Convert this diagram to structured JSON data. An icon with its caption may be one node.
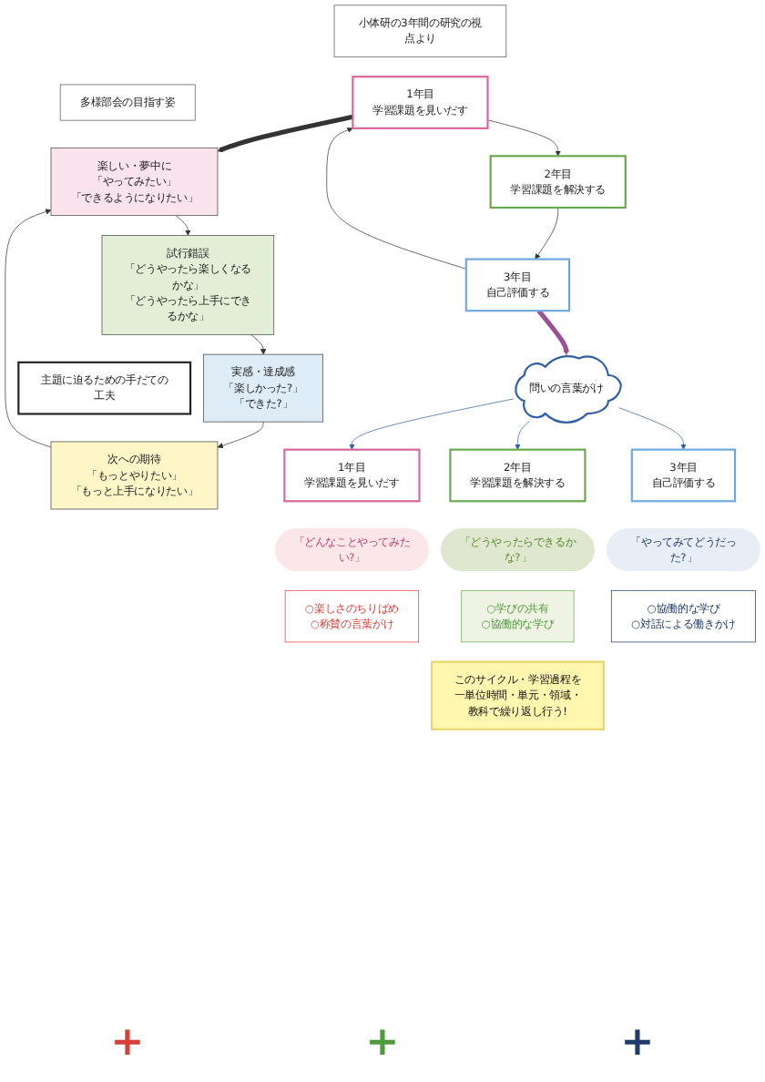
{
  "diagram": {
    "nodes": [
      {
        "text": [
          "小体研の3年間の研究の視点より"
        ]
      },
      {
        "text": [
          "1年目",
          "学習課題を見いだす"
        ]
      },
      {
        "text": [
          "2年目",
          "学習課題を解決する"
        ]
      },
      {
        "text": [
          "3年目",
          "自己評価する"
        ]
      },
      {
        "text": [
          "多様部会の目指す姿"
        ]
      },
      {
        "text": [
          "楽しい・夢中に",
          "「やってみたい」",
          "「できるようになりたい」"
        ]
      },
      {
        "text": [
          "次への期待",
          "「もっとやりたい」",
          "「もっと上手になりたい」"
        ]
      },
      {
        "text": [
          "試行錯誤",
          "「どうやったら楽しくなるかな」",
          "「どうやったら上手にできるかな」"
        ]
      },
      {
        "text": [
          "実感・達成感",
          "「楽しかった?」",
          "「できた?」"
        ]
      },
      {
        "text": [
          "主題に迫るための手だての工夫"
        ]
      },
      {
        "text": [
          "問いの言葉がけ"
        ]
      },
      {
        "text": [
          "1年目",
          "学習課題を見いだす"
        ]
      },
      {
        "text": [
          "2年目",
          "学習課題を解決する"
        ]
      },
      {
        "text": [
          "3年目",
          "自己評価する"
        ]
      },
      {
        "text": [
          "「どんなことやってみたい?」"
        ]
      },
      {
        "text": [
          "「どうやったらできるかな?」"
        ]
      },
      {
        "text": [
          "「やってみてどうだった?」"
        ]
      },
      {
        "text": [
          "○楽しさのちりばめ",
          "○称賛の言葉がけ"
        ]
      },
      {
        "text": [
          "○学びの共有",
          "○協働的な学び"
        ]
      },
      {
        "text": [
          "○協働的な学び",
          "○対話による働きかけ"
        ]
      },
      {
        "text": [
          "このサイクル・学習過程を一単位時間・単元・領域・教科で繰り返し行う!"
        ]
      }
    ],
    "edges": [
      {
        "from": 1,
        "to": 2,
        "arrow": "to"
      },
      {
        "from": 2,
        "to": 3,
        "arrow": "to"
      },
      {
        "from": 3,
        "to": 1,
        "arrow": "to"
      },
      {
        "from": 1,
        "to": 5,
        "arrow": "to",
        "style": "thick"
      },
      {
        "from": 5,
        "to": 7,
        "arrow": "to"
      },
      {
        "from": 7,
        "to": 8,
        "arrow": "to"
      },
      {
        "from": 8,
        "to": 6,
        "arrow": "to"
      },
      {
        "from": 6,
        "to": 5,
        "arrow": "to"
      },
      {
        "from": 3,
        "to": 10,
        "arrow": "to",
        "style": "thick",
        "color": "#9b4f96"
      },
      {
        "from": 10,
        "to": 11,
        "arrow": "to",
        "color": "#2f5fa8"
      },
      {
        "from": 10,
        "to": 12,
        "arrow": "to",
        "color": "#2f5fa8"
      },
      {
        "from": 10,
        "to": 13,
        "arrow": "to",
        "color": "#2f5fa8"
      }
    ],
    "labels": [
      "+",
      "+",
      "+"
    ]
  }
}
